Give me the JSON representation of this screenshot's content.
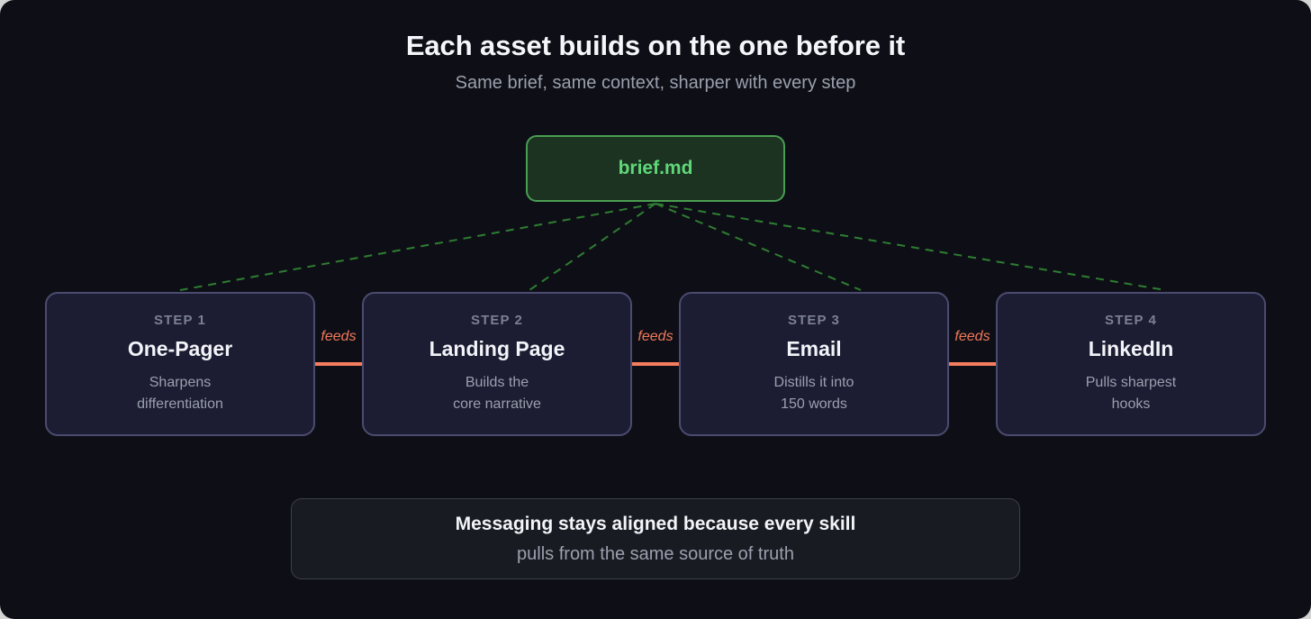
{
  "header": {
    "title": "Each asset builds on the one before it",
    "subtitle": "Same brief, same context, sharper with every step"
  },
  "source_node": {
    "label": "brief.md",
    "border_color": "#4a9e52",
    "fill_color": "#1b3320",
    "text_color": "#5fd77a"
  },
  "fan_links": {
    "style": "dashed",
    "color": "#2e7d32",
    "origin_label": "brief.md",
    "targets": [
      "One-Pager",
      "Landing Page",
      "Email",
      "LinkedIn"
    ]
  },
  "steps": [
    {
      "kicker": "STEP 1",
      "title": "One-Pager",
      "desc": "Sharpens\ndifferentiation"
    },
    {
      "kicker": "STEP 2",
      "title": "Landing Page",
      "desc": "Builds the\ncore narrative"
    },
    {
      "kicker": "STEP 3",
      "title": "Email",
      "desc": "Distills it into\n150 words"
    },
    {
      "kicker": "STEP 4",
      "title": "LinkedIn",
      "desc": "Pulls sharpest\nhooks"
    }
  ],
  "connectors": [
    {
      "label": "feeds"
    },
    {
      "label": "feeds"
    },
    {
      "label": "feeds"
    }
  ],
  "footer": {
    "main": "Messaging stays aligned because every skill",
    "sub": "pulls from the same source of truth"
  },
  "colors": {
    "canvas": "#0e0f16",
    "step_border": "#4b4b6f",
    "step_fill": "#1c1c33",
    "connector": "#f47c5f",
    "connector_label": "#f0785a",
    "muted_text": "#9aa0ad",
    "bright_text": "#f2f4f8"
  }
}
